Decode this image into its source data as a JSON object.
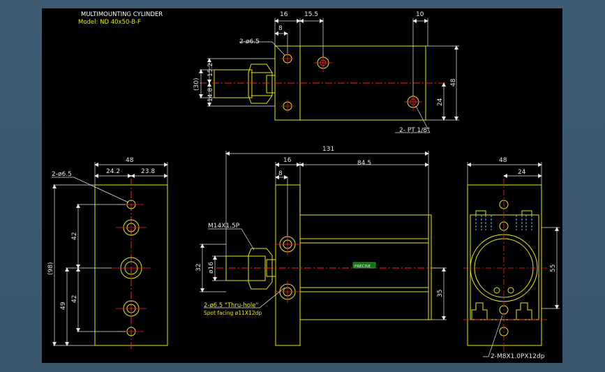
{
  "title": {
    "heading": "MULTIMOUNTING CYLINDER",
    "model": "Model: ND 40x50-B-F"
  },
  "top_view": {
    "dims": {
      "d16": "16",
      "d15_5": "15.5",
      "d10": "10",
      "d8": "8",
      "d15_2": "15.2",
      "d14_8": "14.8",
      "d30": "(30)",
      "d48": "48",
      "d24": "24"
    },
    "notes": {
      "holes": "2-ø6.5",
      "ports": "2- PT 1/8\""
    }
  },
  "left_view": {
    "dims": {
      "d48": "48",
      "d24_2": "24.2",
      "d23_8": "23.8",
      "d42a": "42",
      "d42b": "42",
      "d49": "49",
      "d98": "(98)"
    },
    "notes": {
      "holes": "2-ø6.5"
    }
  },
  "front_view": {
    "dims": {
      "d131": "131",
      "d16": "16",
      "d84_5": "84.5",
      "d8": "8",
      "d32": "32",
      "d16dia": "ø16",
      "d35": "35"
    },
    "notes": {
      "thread": "M14X1.5P",
      "thru": "2-ø6.5 \"Thru-hole\"",
      "spot": "Spot facing  ø11X12dp"
    },
    "label": "PRECISE"
  },
  "right_view": {
    "dims": {
      "d48": "48",
      "d24": "24",
      "d55": "55"
    },
    "notes": {
      "tap": "2-M8X1.0PX12dp"
    }
  },
  "colors": {
    "outline": "#e8e800",
    "dimension": "#e6e6e6",
    "center": "#ff2020",
    "hidden": "#6ec6ff",
    "accent": "#3ec83e"
  }
}
